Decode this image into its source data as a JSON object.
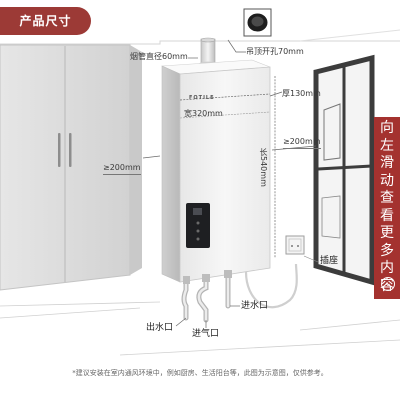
{
  "badge": {
    "label": "产品尺寸"
  },
  "brand": "FOTILE",
  "dimensions": {
    "flue_diameter": "烟管直径60mm",
    "ceiling_hole": "吊顶开孔70mm",
    "width": "宽320mm",
    "depth": "厚130mm",
    "height": "长540mm",
    "left_clearance": "≥200mm",
    "right_clearance": "≥200mm"
  },
  "ports": {
    "water_out": "出水口",
    "gas_in": "进气口",
    "water_in": "进水口",
    "socket": "插座"
  },
  "side_panel": {
    "text": "向左滑动查看更多内容"
  },
  "footnote": "*建议安装在室内通风环境中，例如厨房、生活阳台等，此图为示意图，仅供参考。",
  "colors": {
    "badge_bg": "#9c3a36",
    "side_panel_bg": "#a4322f",
    "heater_body": "#f1f1f1",
    "cabinet": "#dcdcdc",
    "window_frame": "#3c3c3c"
  }
}
